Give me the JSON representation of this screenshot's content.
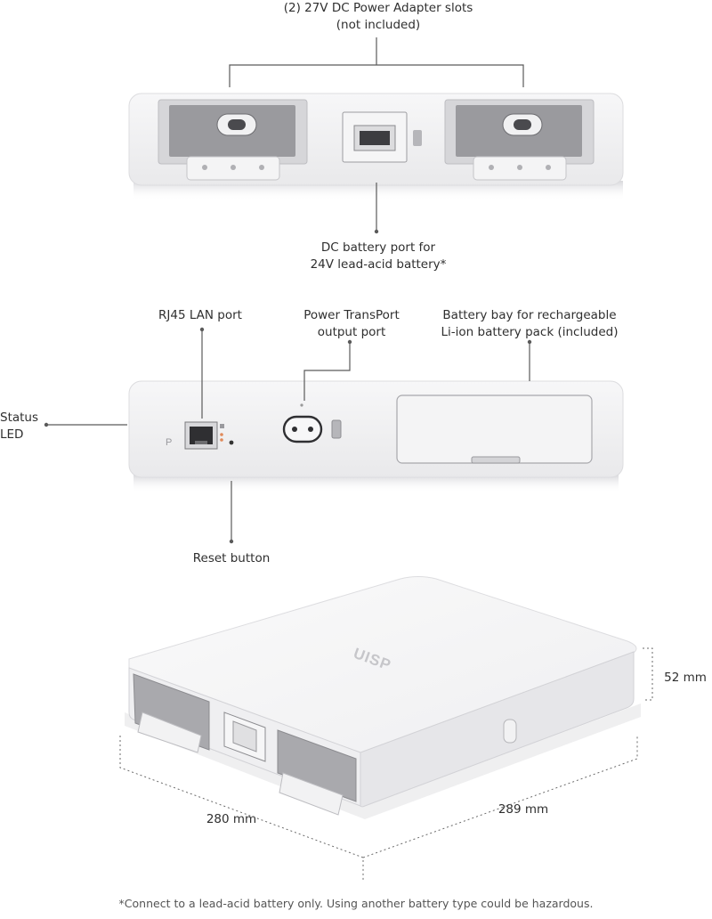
{
  "callouts": {
    "adapter_slots": [
      "(2) 27V DC Power Adapter slots",
      "(not included)"
    ],
    "dc_battery_port": [
      "DC battery port for",
      "24V lead-acid battery*"
    ],
    "rj45_lan_port": [
      "RJ45 LAN port"
    ],
    "transport_output": [
      "Power TransPort",
      "output port"
    ],
    "battery_bay": [
      "Battery bay for rechargeable",
      "Li-ion battery pack (included)"
    ],
    "status_led": [
      "Status",
      "LED"
    ],
    "reset_button": [
      "Reset button"
    ]
  },
  "device_markings": {
    "top_logo": "UISP",
    "front_led_letter": "P"
  },
  "dimensions": {
    "height": "52 mm",
    "depth": "280 mm",
    "width": "289 mm"
  },
  "footnote": "*Connect to a lead-acid battery only. Using another battery type could be hazardous.",
  "colors": {
    "device_body": "#f2f2f3",
    "device_shadow": "#d9d9dc",
    "slot_dark": "#8c8c90",
    "text": "#2f2f2f",
    "leader_line": "#5a5a5a"
  }
}
